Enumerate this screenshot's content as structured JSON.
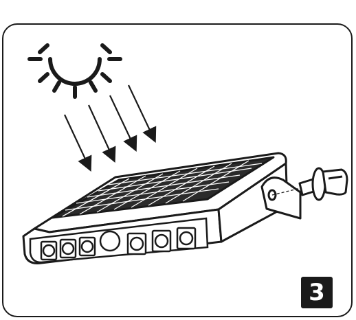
{
  "step": {
    "number": "3"
  },
  "colors": {
    "ink": "#1a1a1a",
    "fill": "#ffffff",
    "panel_cell": "#2b2b2b"
  },
  "icons": [
    "sun-icon",
    "light-ray-arrow",
    "solar-panel-light",
    "mounting-bracket",
    "screw-icon"
  ]
}
